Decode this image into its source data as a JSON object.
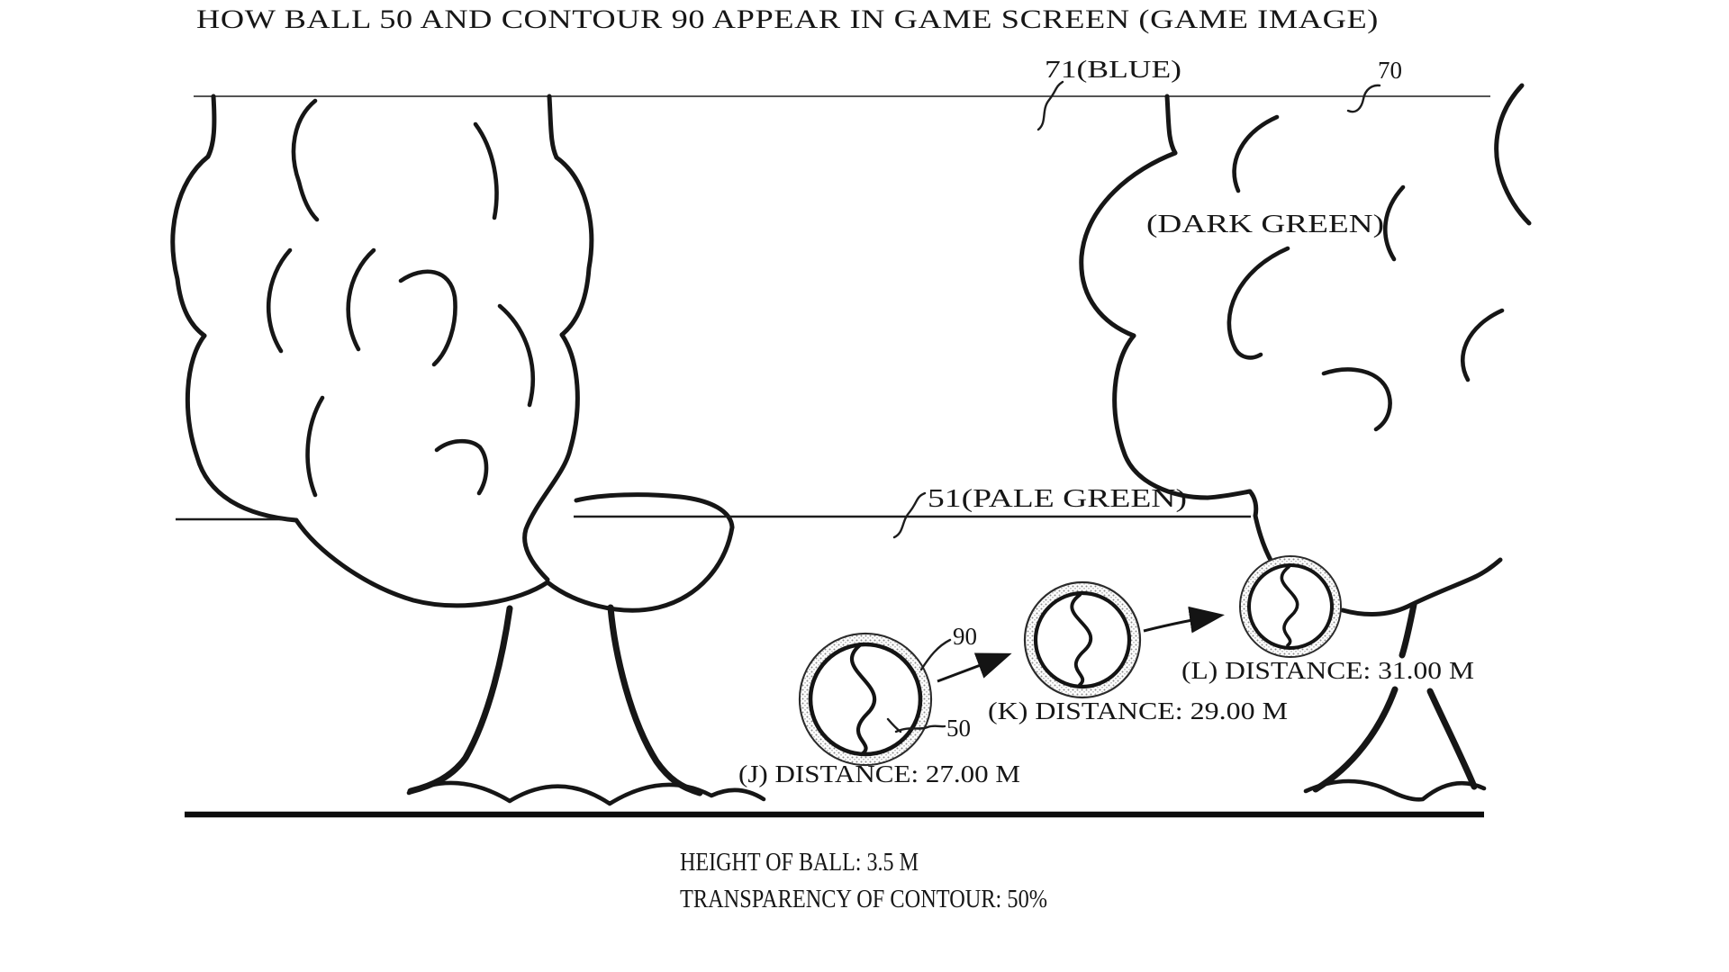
{
  "figure": {
    "title": "HOW BALL 50 AND CONTOUR 90 APPEAR IN GAME SCREEN (GAME IMAGE)",
    "labels": {
      "sky_ref": "71(BLUE)",
      "scene_ref": "70",
      "dark_green": "(DARK GREEN)",
      "ground_ref": "51(PALE GREEN)",
      "contour_ref": "90",
      "ball_ref": "50"
    },
    "distances": [
      {
        "id": "J",
        "text": "(J) DISTANCE: 27.00 M"
      },
      {
        "id": "K",
        "text": "(K) DISTANCE: 29.00 M"
      },
      {
        "id": "L",
        "text": "(L) DISTANCE: 31.00 M"
      }
    ],
    "footer": {
      "height_of_ball": "HEIGHT OF BALL: 3.5 M",
      "transparency_of_contour": "TRANSPARENCY OF CONTOUR: 50%"
    },
    "colors": {
      "ink": "#161616",
      "horizon_line": "#555555",
      "stipple": "#8c8c8c"
    }
  }
}
